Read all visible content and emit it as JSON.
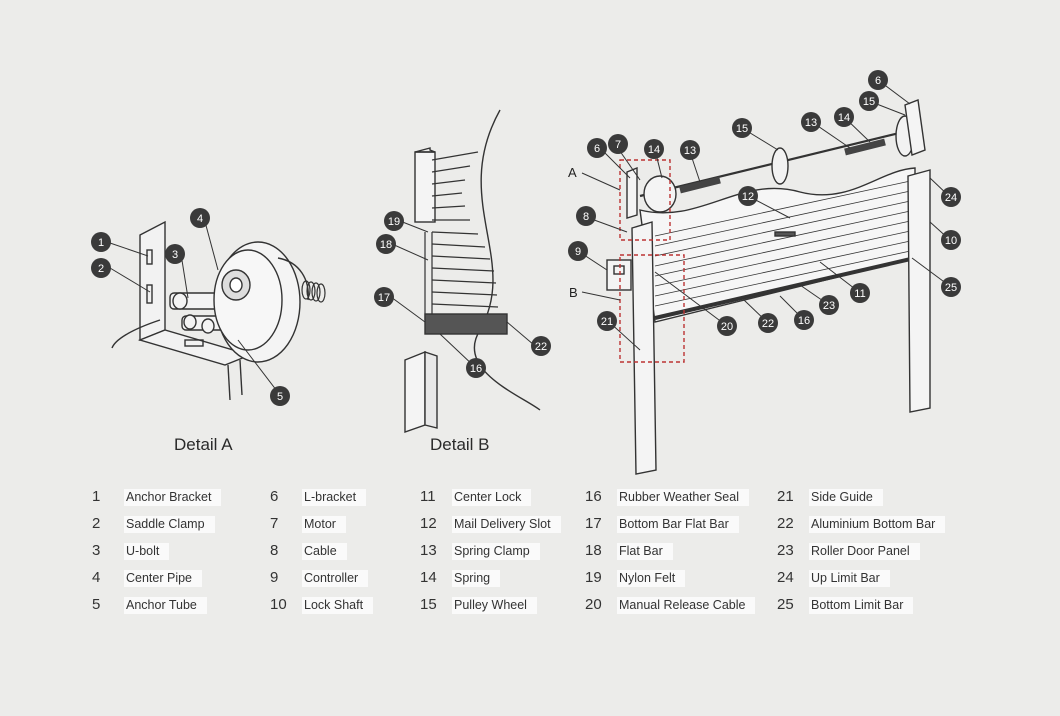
{
  "detail_a_title": "Detail A",
  "detail_b_title": "Detail B",
  "callouts": {
    "a1": "1",
    "a2": "2",
    "a3": "3",
    "a4": "4",
    "a5": "5",
    "b19": "19",
    "b18": "18",
    "b17": "17",
    "b16": "16",
    "b22": "22",
    "m6": "6",
    "m7": "7",
    "m14": "14",
    "m13": "13",
    "m15": "15",
    "m15r": "15",
    "m13r": "13",
    "m14r": "14",
    "m6r": "6",
    "m8": "8",
    "m9": "9",
    "m12": "12",
    "m24": "24",
    "m10": "10",
    "m11": "11",
    "m25": "25",
    "m21": "21",
    "m20": "20",
    "m22": "22",
    "m16": "16",
    "m23": "23"
  },
  "markers": {
    "a": "A",
    "b": "B"
  },
  "legend": [
    [
      {
        "num": "1",
        "label": "Anchor Bracket"
      },
      {
        "num": "2",
        "label": "Saddle Clamp"
      },
      {
        "num": "3",
        "label": "U-bolt"
      },
      {
        "num": "4",
        "label": "Center Pipe"
      },
      {
        "num": "5",
        "label": "Anchor Tube"
      }
    ],
    [
      {
        "num": "6",
        "label": "L-bracket"
      },
      {
        "num": "7",
        "label": "Motor"
      },
      {
        "num": "8",
        "label": "Cable"
      },
      {
        "num": "9",
        "label": "Controller"
      },
      {
        "num": "10",
        "label": "Lock Shaft"
      }
    ],
    [
      {
        "num": "11",
        "label": "Center Lock"
      },
      {
        "num": "12",
        "label": "Mail Delivery Slot"
      },
      {
        "num": "13",
        "label": "Spring Clamp"
      },
      {
        "num": "14",
        "label": "Spring"
      },
      {
        "num": "15",
        "label": "Pulley Wheel"
      }
    ],
    [
      {
        "num": "16",
        "label": "Rubber Weather Seal"
      },
      {
        "num": "17",
        "label": "Bottom Bar Flat Bar"
      },
      {
        "num": "18",
        "label": "Flat Bar"
      },
      {
        "num": "19",
        "label": "Nylon Felt"
      },
      {
        "num": "20",
        "label": "Manual Release Cable"
      }
    ],
    [
      {
        "num": "21",
        "label": "Side Guide"
      },
      {
        "num": "22",
        "label": "Aluminium Bottom Bar"
      },
      {
        "num": "23",
        "label": "Roller Door Panel"
      },
      {
        "num": "24",
        "label": "Up Limit Bar"
      },
      {
        "num": "25",
        "label": "Bottom Limit Bar"
      }
    ]
  ]
}
